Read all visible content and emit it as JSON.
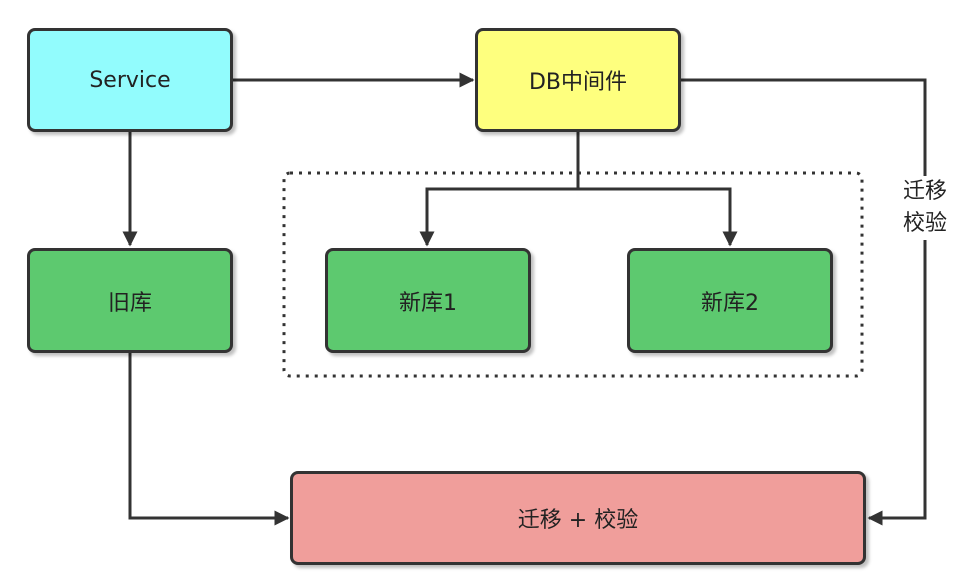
{
  "nodes": {
    "service": {
      "label": "Service",
      "color": "#92fcfd"
    },
    "db_middleware": {
      "label": "DB中间件",
      "color": "#feff7e"
    },
    "old_db": {
      "label": "旧库",
      "color": "#5dc96f"
    },
    "new_db_1": {
      "label": "新库1",
      "color": "#5dc96f"
    },
    "new_db_2": {
      "label": "新库2",
      "color": "#5dc96f"
    },
    "migrate_verify": {
      "label": "迁移 + 校验",
      "color": "#f09e9b"
    }
  },
  "edge_labels": {
    "migrate_verify_line1": "迁移",
    "migrate_verify_line2": "校验"
  }
}
